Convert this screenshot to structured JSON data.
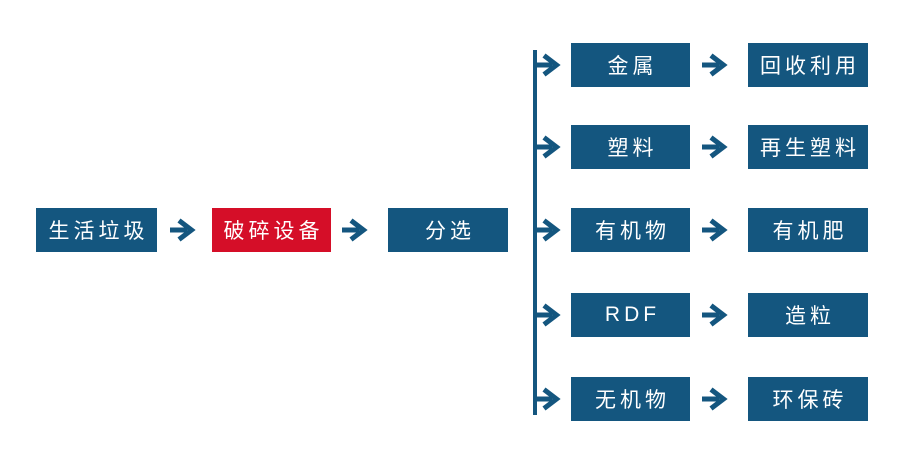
{
  "title": "household-waste-processing-flowchart",
  "colors": {
    "primary_blue": "#14567F",
    "accent_red": "#D50E28",
    "background": "#FFFFFF",
    "label_text": "#FFFFFF"
  },
  "main_flow": [
    {
      "label": "生活垃圾",
      "variant": "blue"
    },
    {
      "label": "破碎设备",
      "variant": "red"
    },
    {
      "label": "分选",
      "variant": "blue"
    }
  ],
  "branches": [
    {
      "source": "金属",
      "result": "回收利用"
    },
    {
      "source": "塑料",
      "result": "再生塑料"
    },
    {
      "source": "有机物",
      "result": "有机肥"
    },
    {
      "source": "RDF",
      "result": "造粒"
    },
    {
      "source": "无机物",
      "result": "环保砖"
    }
  ],
  "icons": {
    "arrow": "right-arrow-icon",
    "connector": "branch-connector-line"
  }
}
